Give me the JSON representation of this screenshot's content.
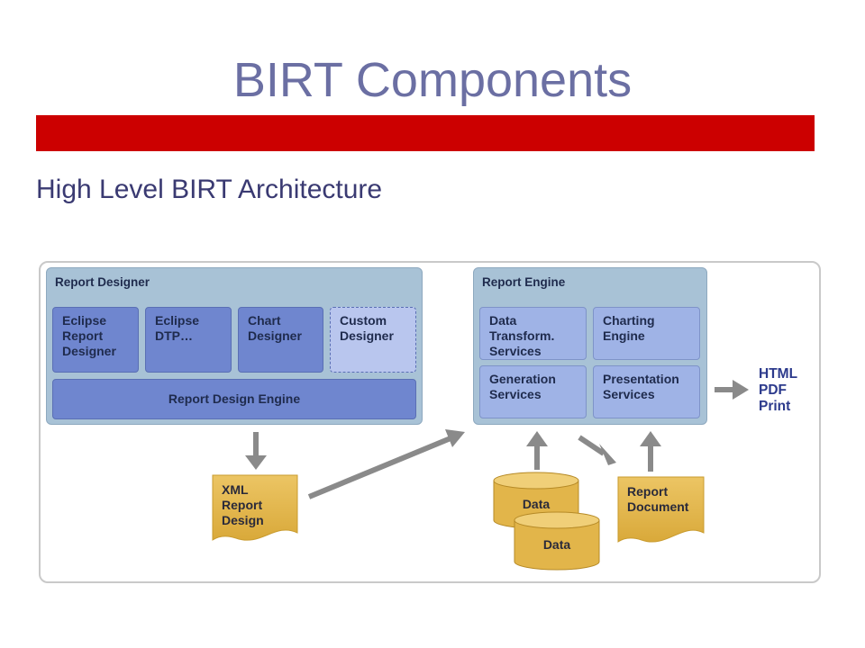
{
  "slide": {
    "title": "BIRT Components",
    "subtitle": "High Level BIRT Architecture",
    "accent_bar_color": "#cc0000"
  },
  "diagram": {
    "report_designer": {
      "title": "Report Designer",
      "components": [
        {
          "label": "Eclipse\nReport\nDesigner"
        },
        {
          "label": "Eclipse\nDTP…"
        },
        {
          "label": "Chart\nDesigner"
        },
        {
          "label": "Custom\nDesigner",
          "style": "dashed"
        }
      ],
      "engine": "Report Design Engine"
    },
    "report_engine": {
      "title": "Report Engine",
      "components": [
        {
          "label": "Data\nTransform.\nServices"
        },
        {
          "label": "Charting\nEngine"
        },
        {
          "label": "Generation\nServices"
        },
        {
          "label": "Presentation\nServices"
        }
      ]
    },
    "outputs": [
      "HTML",
      "PDF",
      "Print"
    ],
    "xml_report_design": "XML\nReport\nDesign",
    "data_sources": [
      "Data",
      "Data"
    ],
    "report_document": "Report\nDocument",
    "colors": {
      "panel": "#a8c2d6",
      "component_dark": "#6f86cf",
      "component_light": "#9fb3e6",
      "document": "#e2b54a",
      "arrow": "#8a8a8a",
      "output_text": "#2c3a8c"
    }
  }
}
